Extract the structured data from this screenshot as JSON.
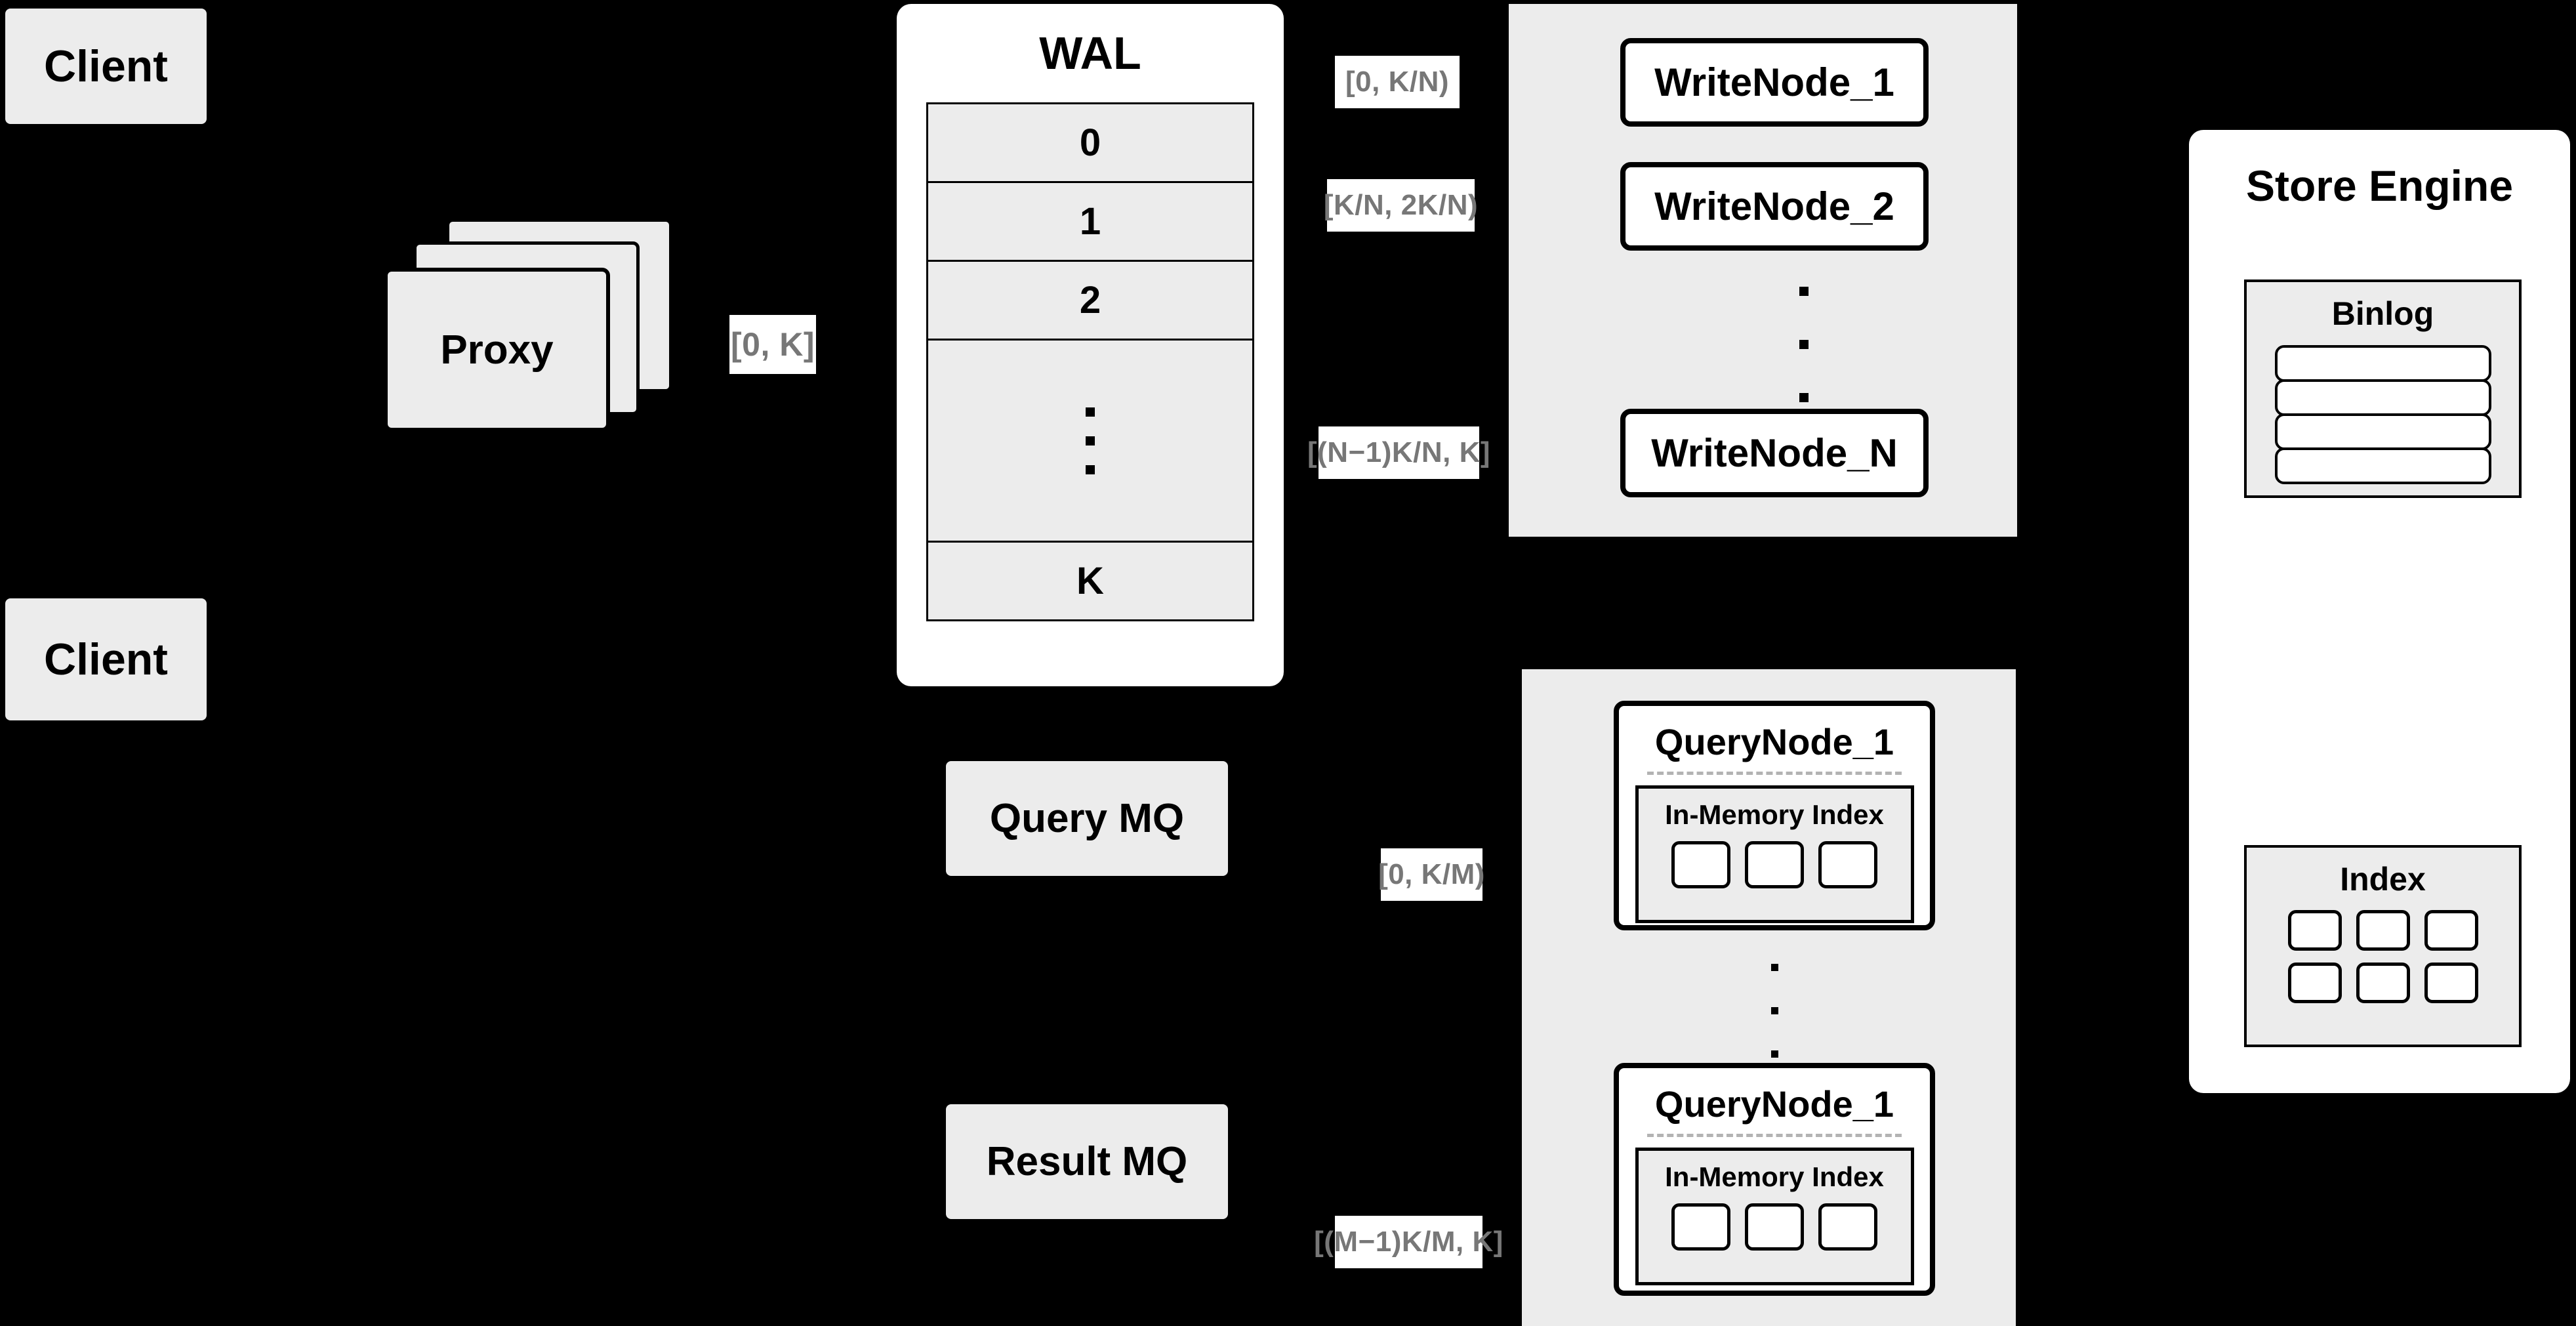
{
  "diagram": {
    "title": "Distributed Write/Query Architecture",
    "background": "#000000",
    "box_fill": "#ececec",
    "panel_fill": "#ffffff",
    "label_text_color": "#777777",
    "stroke": "#000000"
  },
  "clients": [
    {
      "label": "Client"
    },
    {
      "label": "Client"
    }
  ],
  "proxy": {
    "label": "Proxy",
    "stack_count": 3,
    "out_label": "[0, K]"
  },
  "wal": {
    "title": "WAL",
    "rows": [
      "0",
      "1",
      "2",
      "",
      "K"
    ],
    "ellipsis_row_index": 3,
    "ellipsis_dots": 3
  },
  "write_cluster": {
    "ellipsis_dots": 3,
    "nodes": [
      {
        "label": "WriteNode_1",
        "range": "[0,  K/N)"
      },
      {
        "label": "WriteNode_2",
        "range": "[K/N, 2K/N)"
      },
      {
        "label": "WriteNode_N",
        "range": "[(N−1)K/N,  K]"
      }
    ]
  },
  "query_mq": {
    "label": "Query MQ"
  },
  "result_mq": {
    "label": "Result MQ"
  },
  "query_cluster": {
    "ellipsis_dots": 3,
    "nodes": [
      {
        "label": "QueryNode_1",
        "range": "[0, K/M)",
        "memory_index": {
          "title": "In-Memory Index",
          "chips": 3
        }
      },
      {
        "label": "QueryNode_1",
        "range": "[(M−1)K/M, K]",
        "memory_index": {
          "title": "In-Memory Index",
          "chips": 3
        }
      }
    ]
  },
  "store_engine": {
    "title": "Store Engine",
    "binlog": {
      "title": "Binlog",
      "segments": 4
    },
    "index": {
      "title": "Index",
      "rows": 2,
      "cols": 3
    }
  }
}
